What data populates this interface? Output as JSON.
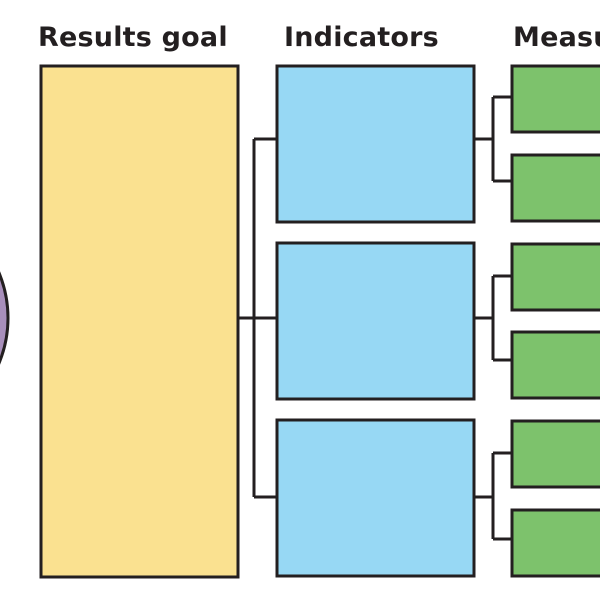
{
  "headings": {
    "results_goal": "Results goal",
    "indicators": "Indicators",
    "measures": "Measures"
  },
  "colors": {
    "goal_fill": "#fae190",
    "indicator_fill": "#97d8f4",
    "measure_fill": "#7dc26c",
    "circle_fill": "#a88fbb",
    "outline": "#231f20"
  },
  "structure": {
    "goal_count": 1,
    "indicator_count": 3,
    "measures_per_indicator": 2
  }
}
